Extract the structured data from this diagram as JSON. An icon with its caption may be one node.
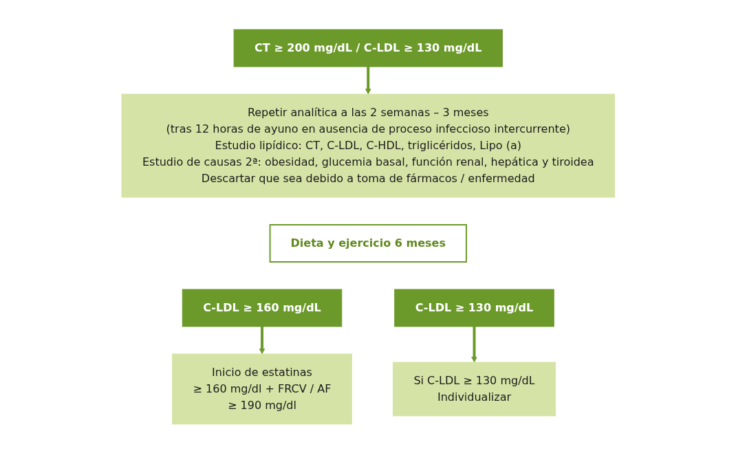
{
  "diagram": {
    "nodes": [
      {
        "text": [
          "CT ≥ 200 mg/dL / C-LDL ≥ 130 mg/dL"
        ]
      },
      {
        "text": [
          "Repetir analítica a las 2 semanas – 3 meses",
          "(tras 12 horas de ayuno en ausencia de proceso infeccioso intercurrente)",
          "Estudio lipídico: CT, C-LDL, C-HDL, triglicéridos, Lipo (a)",
          "Estudio de causas 2ª: obesidad, glucemia basal, función renal, hepática y tiroidea",
          "Descartar que sea debido a toma de fármacos / enfermedad"
        ]
      },
      {
        "text": [
          "Dieta y ejercicio 6 meses"
        ]
      },
      {
        "text": [
          "C-LDL ≥ 160 mg/dL"
        ]
      },
      {
        "text": [
          "C-LDL ≥ 130 mg/dL"
        ]
      },
      {
        "text": [
          "Inicio de estatinas",
          "≥ 160 mg/dl + FRCV / AF",
          "≥ 190 mg/dl"
        ]
      },
      {
        "text": [
          "Si C-LDL ≥ 130 mg/dL",
          "Individualizar"
        ]
      }
    ],
    "edges": [
      {
        "from": 0,
        "to": 1,
        "arrow": "to"
      },
      {
        "from": 3,
        "to": 5,
        "arrow": "to"
      },
      {
        "from": 4,
        "to": 6,
        "arrow": "to"
      }
    ]
  }
}
